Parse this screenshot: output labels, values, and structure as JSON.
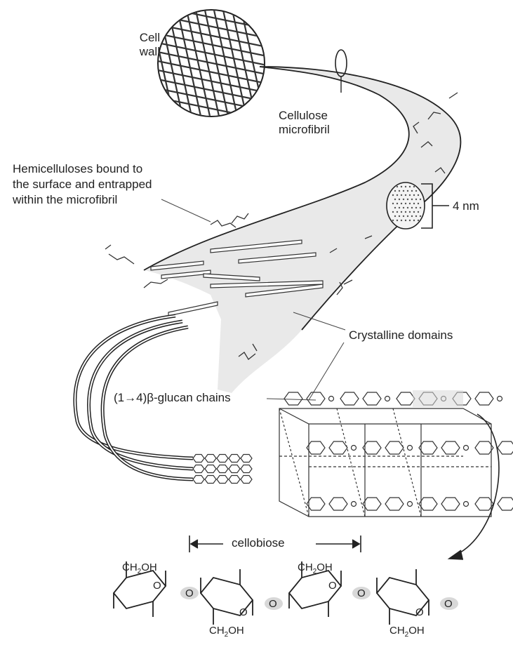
{
  "labels": {
    "cell_wall_line1": "Cell",
    "cell_wall_line2": "wall",
    "microfibril_line1": "Cellulose",
    "microfibril_line2": "microfibril",
    "hemi_line1": "Hemicelluloses bound to",
    "hemi_line2": "the surface and entrapped",
    "hemi_line3": "within the microfibril",
    "size": "4 nm",
    "crystalline": "Crystalline domains",
    "glucan_chains": "(1→4)β-glucan chains",
    "cellobiose": "cellobiose"
  },
  "structure": {
    "ch2": "CH",
    "sub2": "2",
    "oh": "OH",
    "ring_o": "O",
    "bridge_o": "O"
  },
  "colors": {
    "fibril_fill": "#e9e9e9",
    "highlight": "#d8d8d8",
    "line": "#2a2a2a"
  }
}
